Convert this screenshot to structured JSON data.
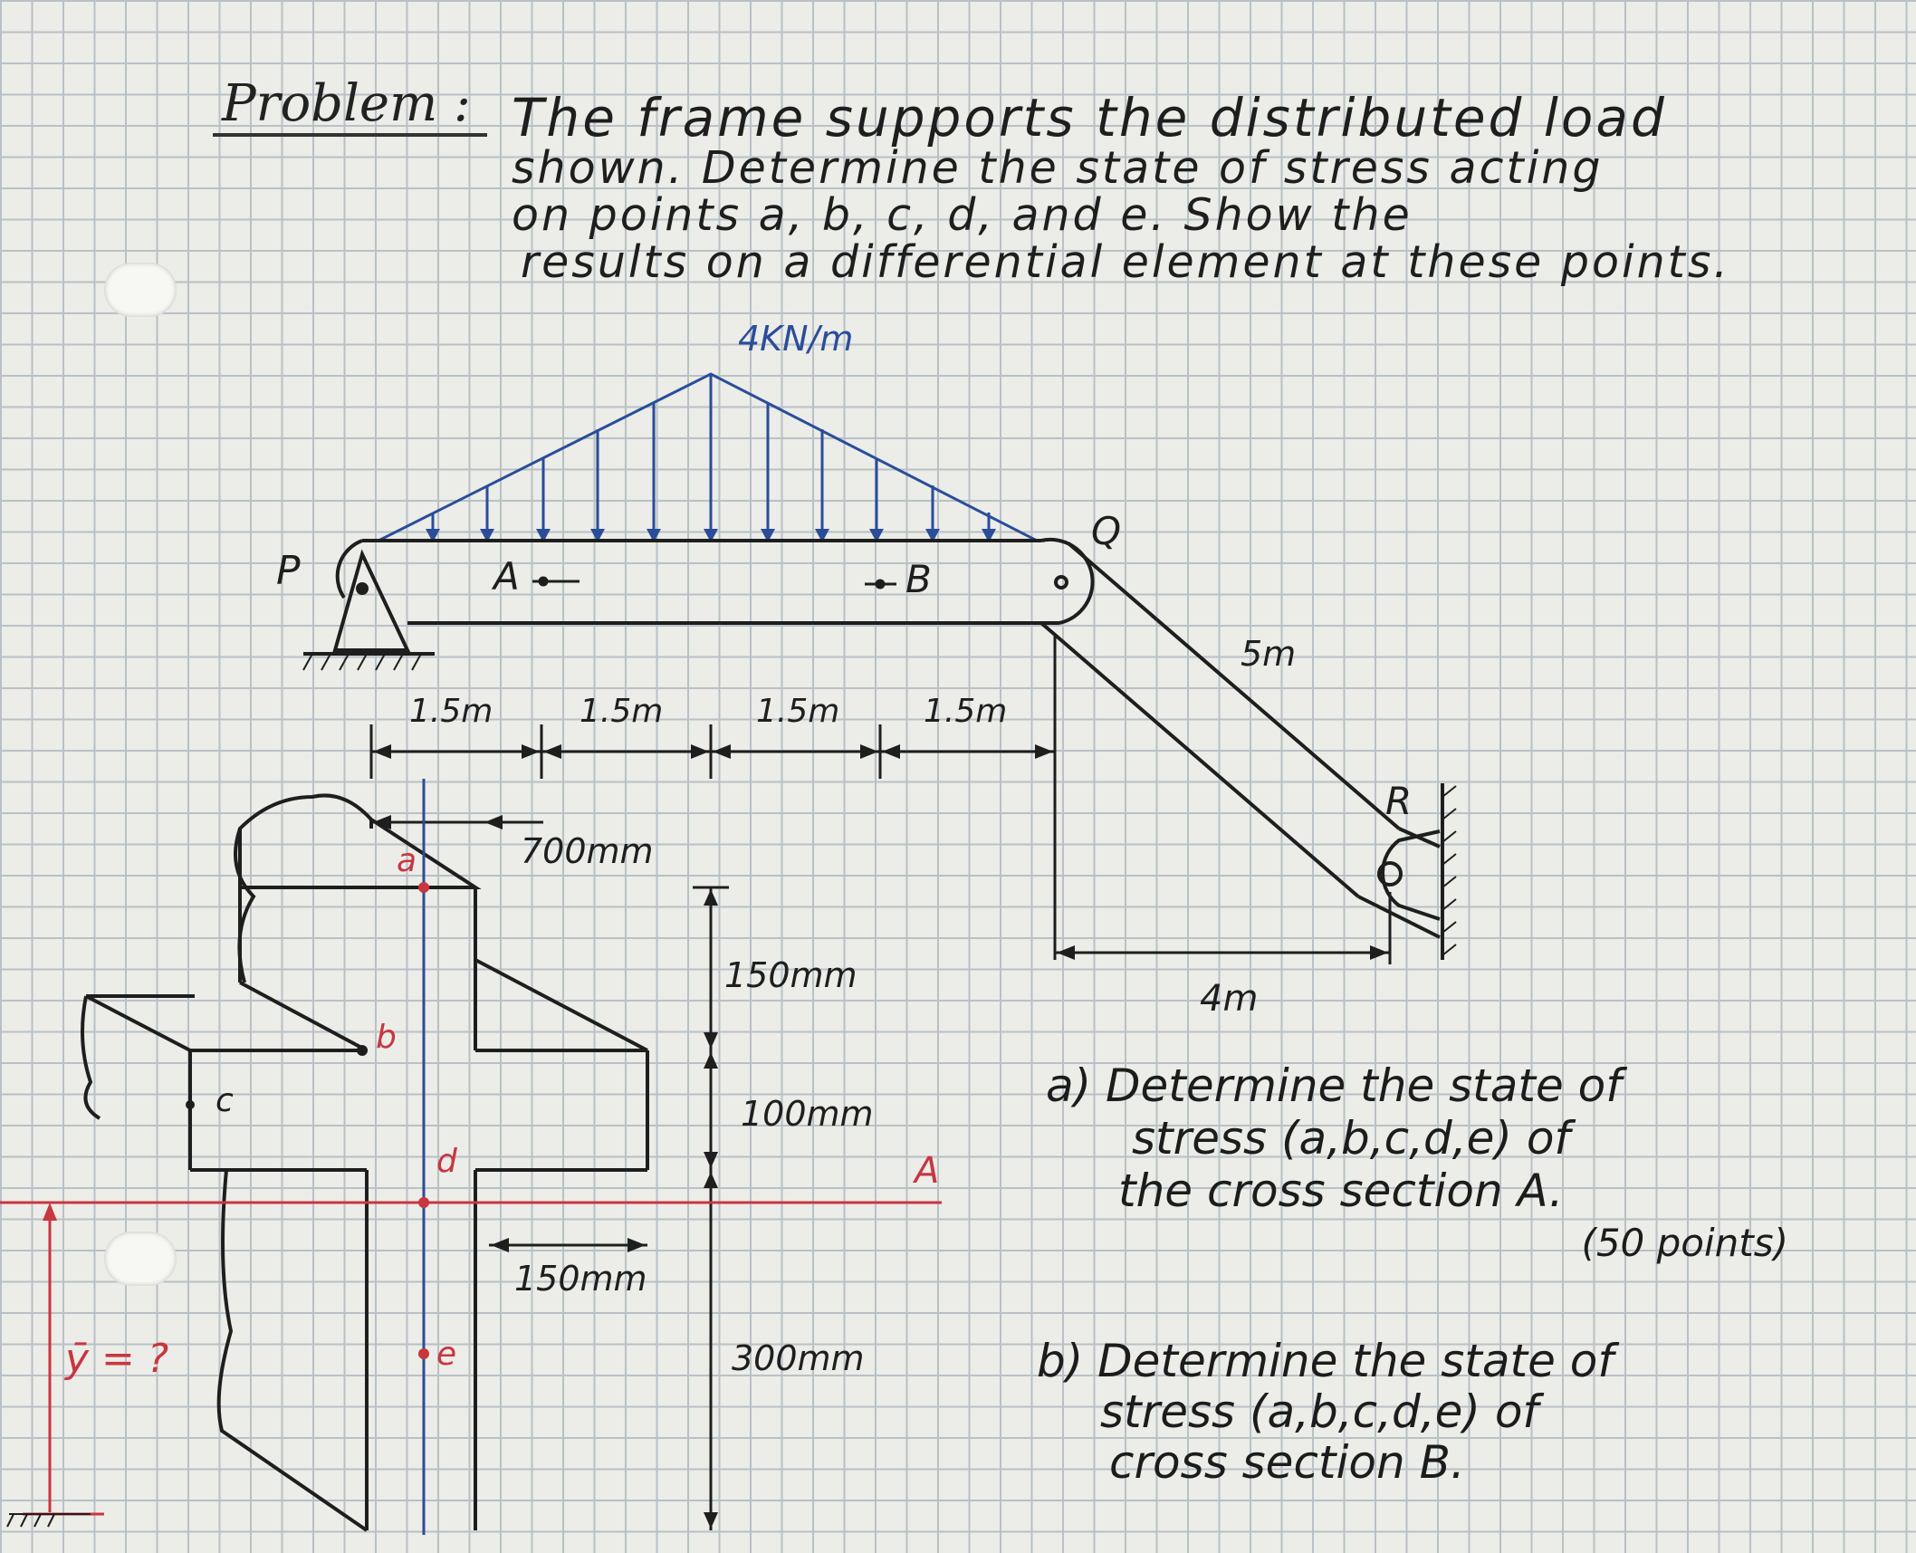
{
  "header": {
    "problem_label": "Problem :"
  },
  "statement": {
    "line1": "The frame supports the distributed load",
    "line2": "shown. Determine the state of stress acting",
    "line3": "on points a, b, c, d, and e. Show the",
    "line4": "results on a differential element at these points."
  },
  "frame": {
    "load_label": "4KN/m",
    "support_P": "P",
    "support_Q": "Q",
    "support_R": "R",
    "section_A": "A",
    "section_B": "B",
    "span_labels": [
      "1.5m",
      "1.5m",
      "1.5m",
      "1.5m"
    ],
    "member_length": "5m",
    "horizontal_length": "4m"
  },
  "cross_section": {
    "dim_700": "700mm",
    "dim_150_top": "150mm",
    "dim_100": "100mm",
    "dim_150_bottom": "150mm",
    "dim_300": "300mm",
    "section_tag": "A",
    "points": [
      "a",
      "b",
      "c",
      "d",
      "e"
    ],
    "ybar_label": "ȳ = ?"
  },
  "questions": {
    "a_line1": "a) Determine the state of",
    "a_line2": "stress (a,b,c,d,e) of",
    "a_line3": "the cross section A.",
    "a_points": "(50 points)",
    "b_line1": "b) Determine the state of",
    "b_line2": "stress (a,b,c,d,e) of",
    "b_line3": "cross section B."
  },
  "colors": {
    "ink": "#1e1e1e",
    "blue_ink": "#2a4d9a",
    "red_ink": "#c8363f",
    "grid": "#b9c1c6"
  }
}
